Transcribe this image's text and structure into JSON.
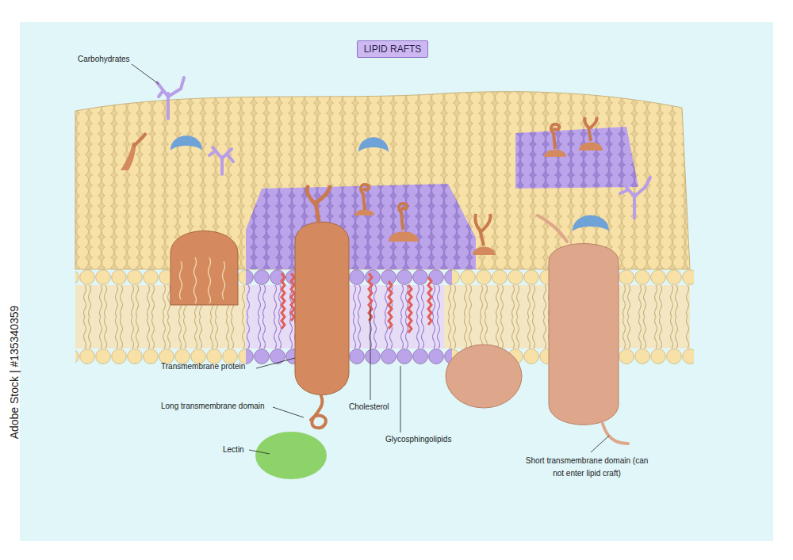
{
  "diagram": {
    "title": "LIPID RAFTS",
    "labels": [
      "Carbohydrates",
      "Transmembrane protein",
      "Long transmembrane domain",
      "Lectin",
      "Cholesterol",
      "Glycosphingolipids",
      "Short transmembrane domain (can not enter lipid craft)",
      "Adobe Stock | #135340359"
    ]
  }
}
